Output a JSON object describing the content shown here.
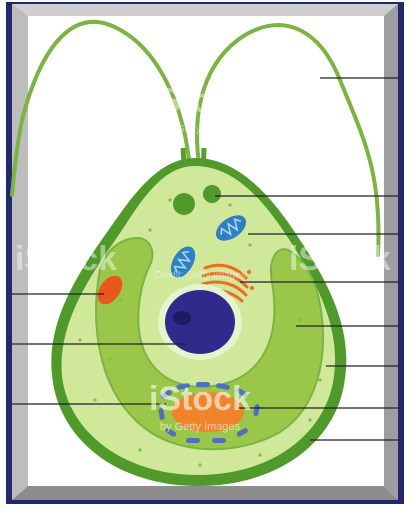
{
  "diagram": {
    "type": "unlabeled cell diagram",
    "watermark": {
      "brand": "iStock",
      "tagline_top": "by Getty Images",
      "tagline_center": "Credit: Getty Images",
      "tagline_bottom": "by Getty Images"
    },
    "colors": {
      "frame_dark": "#22286e",
      "bevel_light": "#d8d8d8",
      "bevel_dark": "#9a9a9a",
      "cell_outer": "#4f9a2a",
      "cell_inner": "#cfe89a",
      "cytoplasm": "#a7cf4b",
      "chloroplast": "#7cb342",
      "flagellum": "#7cb342",
      "nucleus": "#2f2a8c",
      "nucleus_ring": "#e7f2cf",
      "eyespot": "#e8581d",
      "golgi": "#f26a1b",
      "mitochondria": "#2f7fc1",
      "starch": "#f0842b",
      "leader_line": "#222222"
    },
    "label_lines_count": 12
  }
}
